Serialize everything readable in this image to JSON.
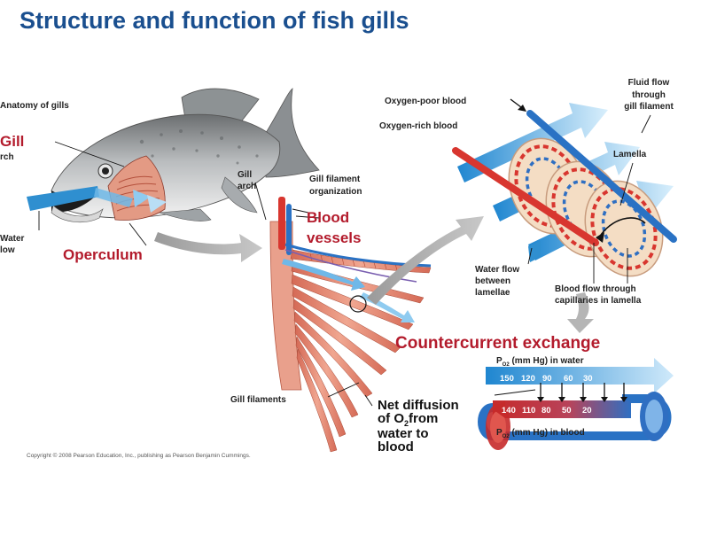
{
  "title": "Structure and function of fish gills",
  "labels": {
    "anatomy_of_gills": "Anatomy of gills",
    "gill": "Gill",
    "arch": "rch",
    "water_flow_1": "Water",
    "water_flow_2": "low",
    "operculum": "Operculum",
    "gill_arch_1": "Gill",
    "gill_arch_2": "arch",
    "gill_filament_org_1": "Gill filament",
    "gill_filament_org_2": "organization",
    "blood_vessels_1": "Blood",
    "blood_vessels_2": "vessels",
    "gill_filaments": "Gill filaments",
    "net_diffusion_1": "Net diffusion",
    "net_diffusion_2": "of O",
    "net_diffusion_2_sub": "2",
    "net_diffusion_2b": "from",
    "net_diffusion_3": "water to",
    "net_diffusion_4": "blood",
    "oxygen_poor": "Oxygen-poor blood",
    "oxygen_rich": "Oxygen-rich blood",
    "fluid_flow_1": "Fluid flow",
    "fluid_flow_2": "through",
    "fluid_flow_3": "gill filament",
    "lamella": "Lamella",
    "water_between_1": "Water flow",
    "water_between_2": "between",
    "water_between_3": "lamellae",
    "blood_through_1": "Blood flow through",
    "blood_through_2": "capillaries in lamella",
    "countercurrent": "Countercurrent exchange",
    "po2_water_p": "P",
    "po2_water_sub": "O2",
    "po2_water_rest": " (mm Hg) in water",
    "po2_blood_p": "P",
    "po2_blood_sub": "O2",
    "po2_blood_rest": " (mm Hg) in blood",
    "copyright": "Copyright © 2008 Pearson Education, Inc., publishing as Pearson Benjamin Cummings."
  },
  "water_po2_values": [
    "150",
    "120",
    "90",
    "60",
    "30"
  ],
  "blood_po2_values": [
    "140",
    "110",
    "80",
    "50",
    "20"
  ],
  "colors": {
    "title": "#1a4f8f",
    "accent_red": "#b31b2c",
    "water_blue": "#2f8fd0",
    "blood_red": "#d8362f",
    "oxygen_poor_blue": "#2a72c4",
    "gill_salmon": "#e08a76"
  }
}
